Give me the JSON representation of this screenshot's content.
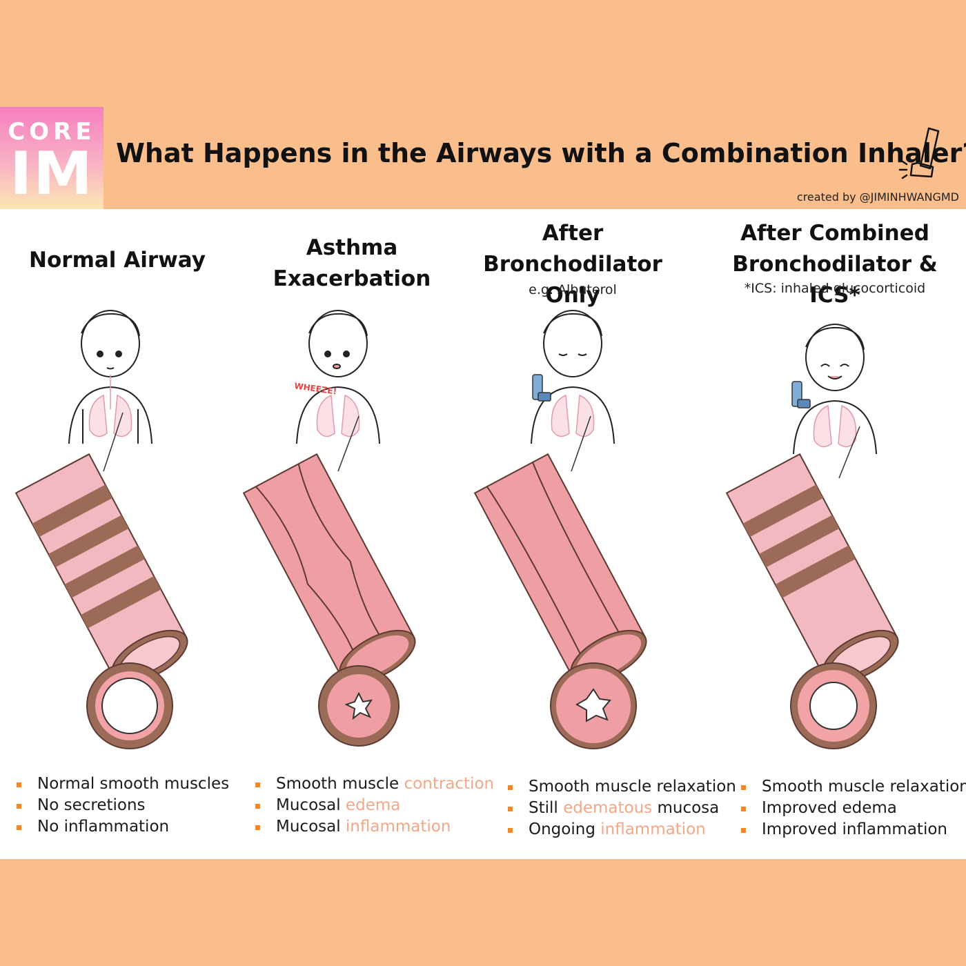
{
  "header": {
    "logo_top": "CORE",
    "logo_bottom": "IM",
    "title": "What Happens in the Airways with a Combination Inhaler?",
    "credit": "created by @JIMINHWANGMD"
  },
  "columns": [
    {
      "heading_lines": [
        "Normal Airway"
      ],
      "sub": "",
      "exclamation": "",
      "bullets": [
        {
          "pre": "Normal smooth muscles",
          "hl": "",
          "post": ""
        },
        {
          "pre": "No secretions",
          "hl": "",
          "post": ""
        },
        {
          "pre": "No inflammation",
          "hl": "",
          "post": ""
        }
      ]
    },
    {
      "heading_lines": [
        "Asthma",
        "Exacerbation"
      ],
      "sub": "",
      "exclamation": "WHEEZE!",
      "bullets": [
        {
          "pre": "Smooth muscle ",
          "hl": "contraction",
          "post": ""
        },
        {
          "pre": "Mucosal ",
          "hl": "edema",
          "post": ""
        },
        {
          "pre": "Mucosal ",
          "hl": "inflammation",
          "post": ""
        }
      ]
    },
    {
      "heading_lines": [
        "After",
        "Bronchodilator Only"
      ],
      "sub": "e.g. Albuterol",
      "exclamation": "",
      "bullets": [
        {
          "pre": "Smooth muscle relaxation",
          "hl": "",
          "post": ""
        },
        {
          "pre": "Still ",
          "hl": "edematous",
          "post": " mucosa"
        },
        {
          "pre": "Ongoing ",
          "hl": "inflammation",
          "post": ""
        }
      ]
    },
    {
      "heading_lines": [
        "After Combined",
        "Bronchodilator & ICS*"
      ],
      "sub": "*ICS: inhaled glucocorticoid",
      "exclamation": "",
      "bullets": [
        {
          "pre": "Smooth muscle relaxation",
          "hl": "",
          "post": ""
        },
        {
          "pre": "Improved edema",
          "hl": "",
          "post": ""
        },
        {
          "pre": "Improved inflammation",
          "hl": "",
          "post": ""
        }
      ]
    }
  ],
  "colors": {
    "background": "#f9be8c",
    "panel": "#ffffff",
    "mucosa": "#f1a3a6",
    "airway_wall": "#8c6151",
    "bullet": "#ef8a2c",
    "highlight": "#f2a888",
    "inhaler": "#7eaed8"
  }
}
